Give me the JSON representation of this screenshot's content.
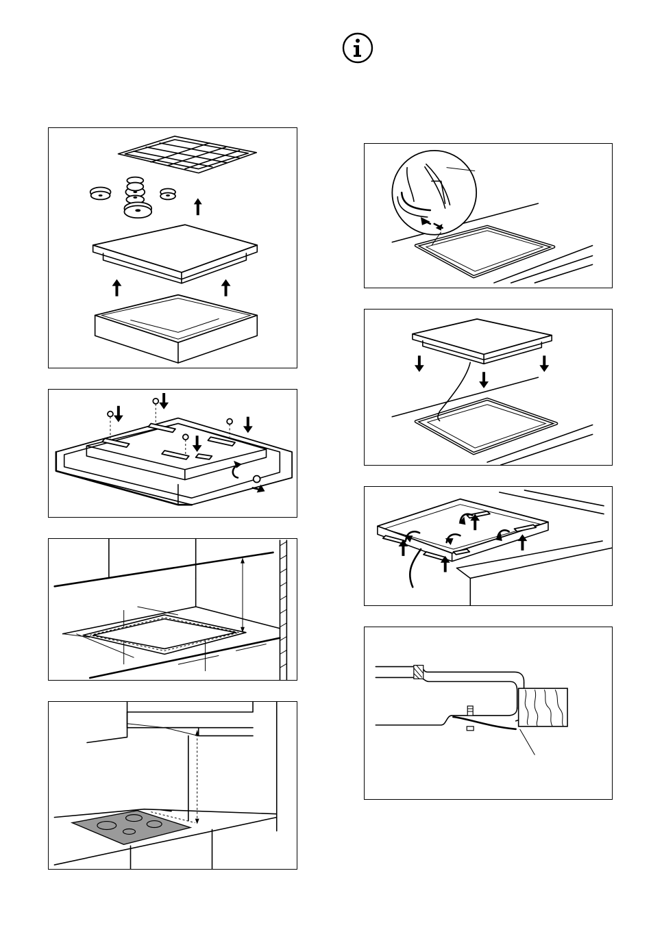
{
  "page": {
    "info_icon": "info-icon"
  },
  "figures": [
    {
      "id": "remove-parts",
      "icon": "hob-disassembly-illustration"
    },
    {
      "id": "brackets-screws",
      "icon": "bracket-screws-illustration"
    },
    {
      "id": "cutout-dimensions",
      "icon": "worktop-cutout-illustration"
    },
    {
      "id": "hood-clearance",
      "icon": "hood-clearance-illustration"
    },
    {
      "id": "seal-application",
      "icon": "gasket-seal-illustration"
    },
    {
      "id": "hob-insertion",
      "icon": "hob-insertion-illustration"
    },
    {
      "id": "clamp-fastening",
      "icon": "clamp-fastening-illustration"
    },
    {
      "id": "section-detail",
      "icon": "cross-section-illustration"
    }
  ],
  "colors": {
    "line": "#000000",
    "background": "#ffffff",
    "hob_surface": "#9a9a9a"
  }
}
